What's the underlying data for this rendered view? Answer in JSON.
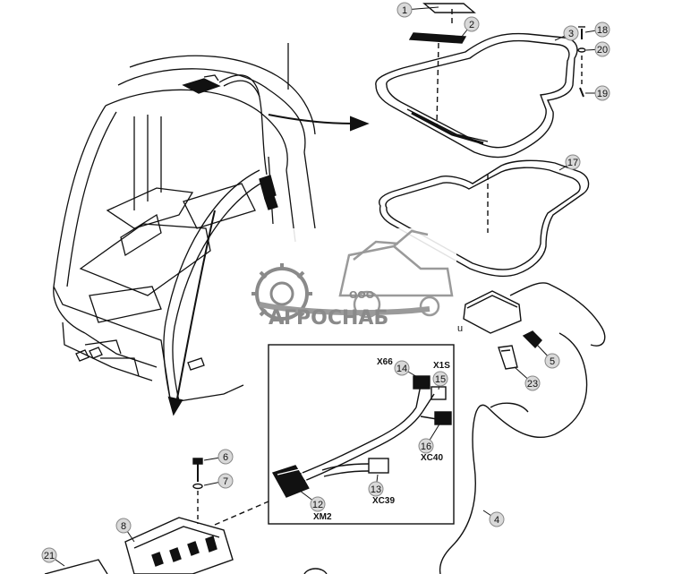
{
  "watermark": {
    "prefix": "ООО",
    "brand": "АГРОСНАБ",
    "stray_letter": "u"
  },
  "callouts": [
    "1",
    "2",
    "3",
    "18",
    "20",
    "19",
    "17",
    "5",
    "23",
    "4",
    "6",
    "7",
    "8",
    "21",
    "12",
    "13",
    "14",
    "15",
    "16"
  ],
  "connector_labels": [
    "X66",
    "X1S",
    "XC40",
    "XC39",
    "XM2"
  ],
  "colors": {
    "line": "#111111",
    "callout_fill": "#d9d9d9",
    "watermark": "#8a8a8a"
  }
}
